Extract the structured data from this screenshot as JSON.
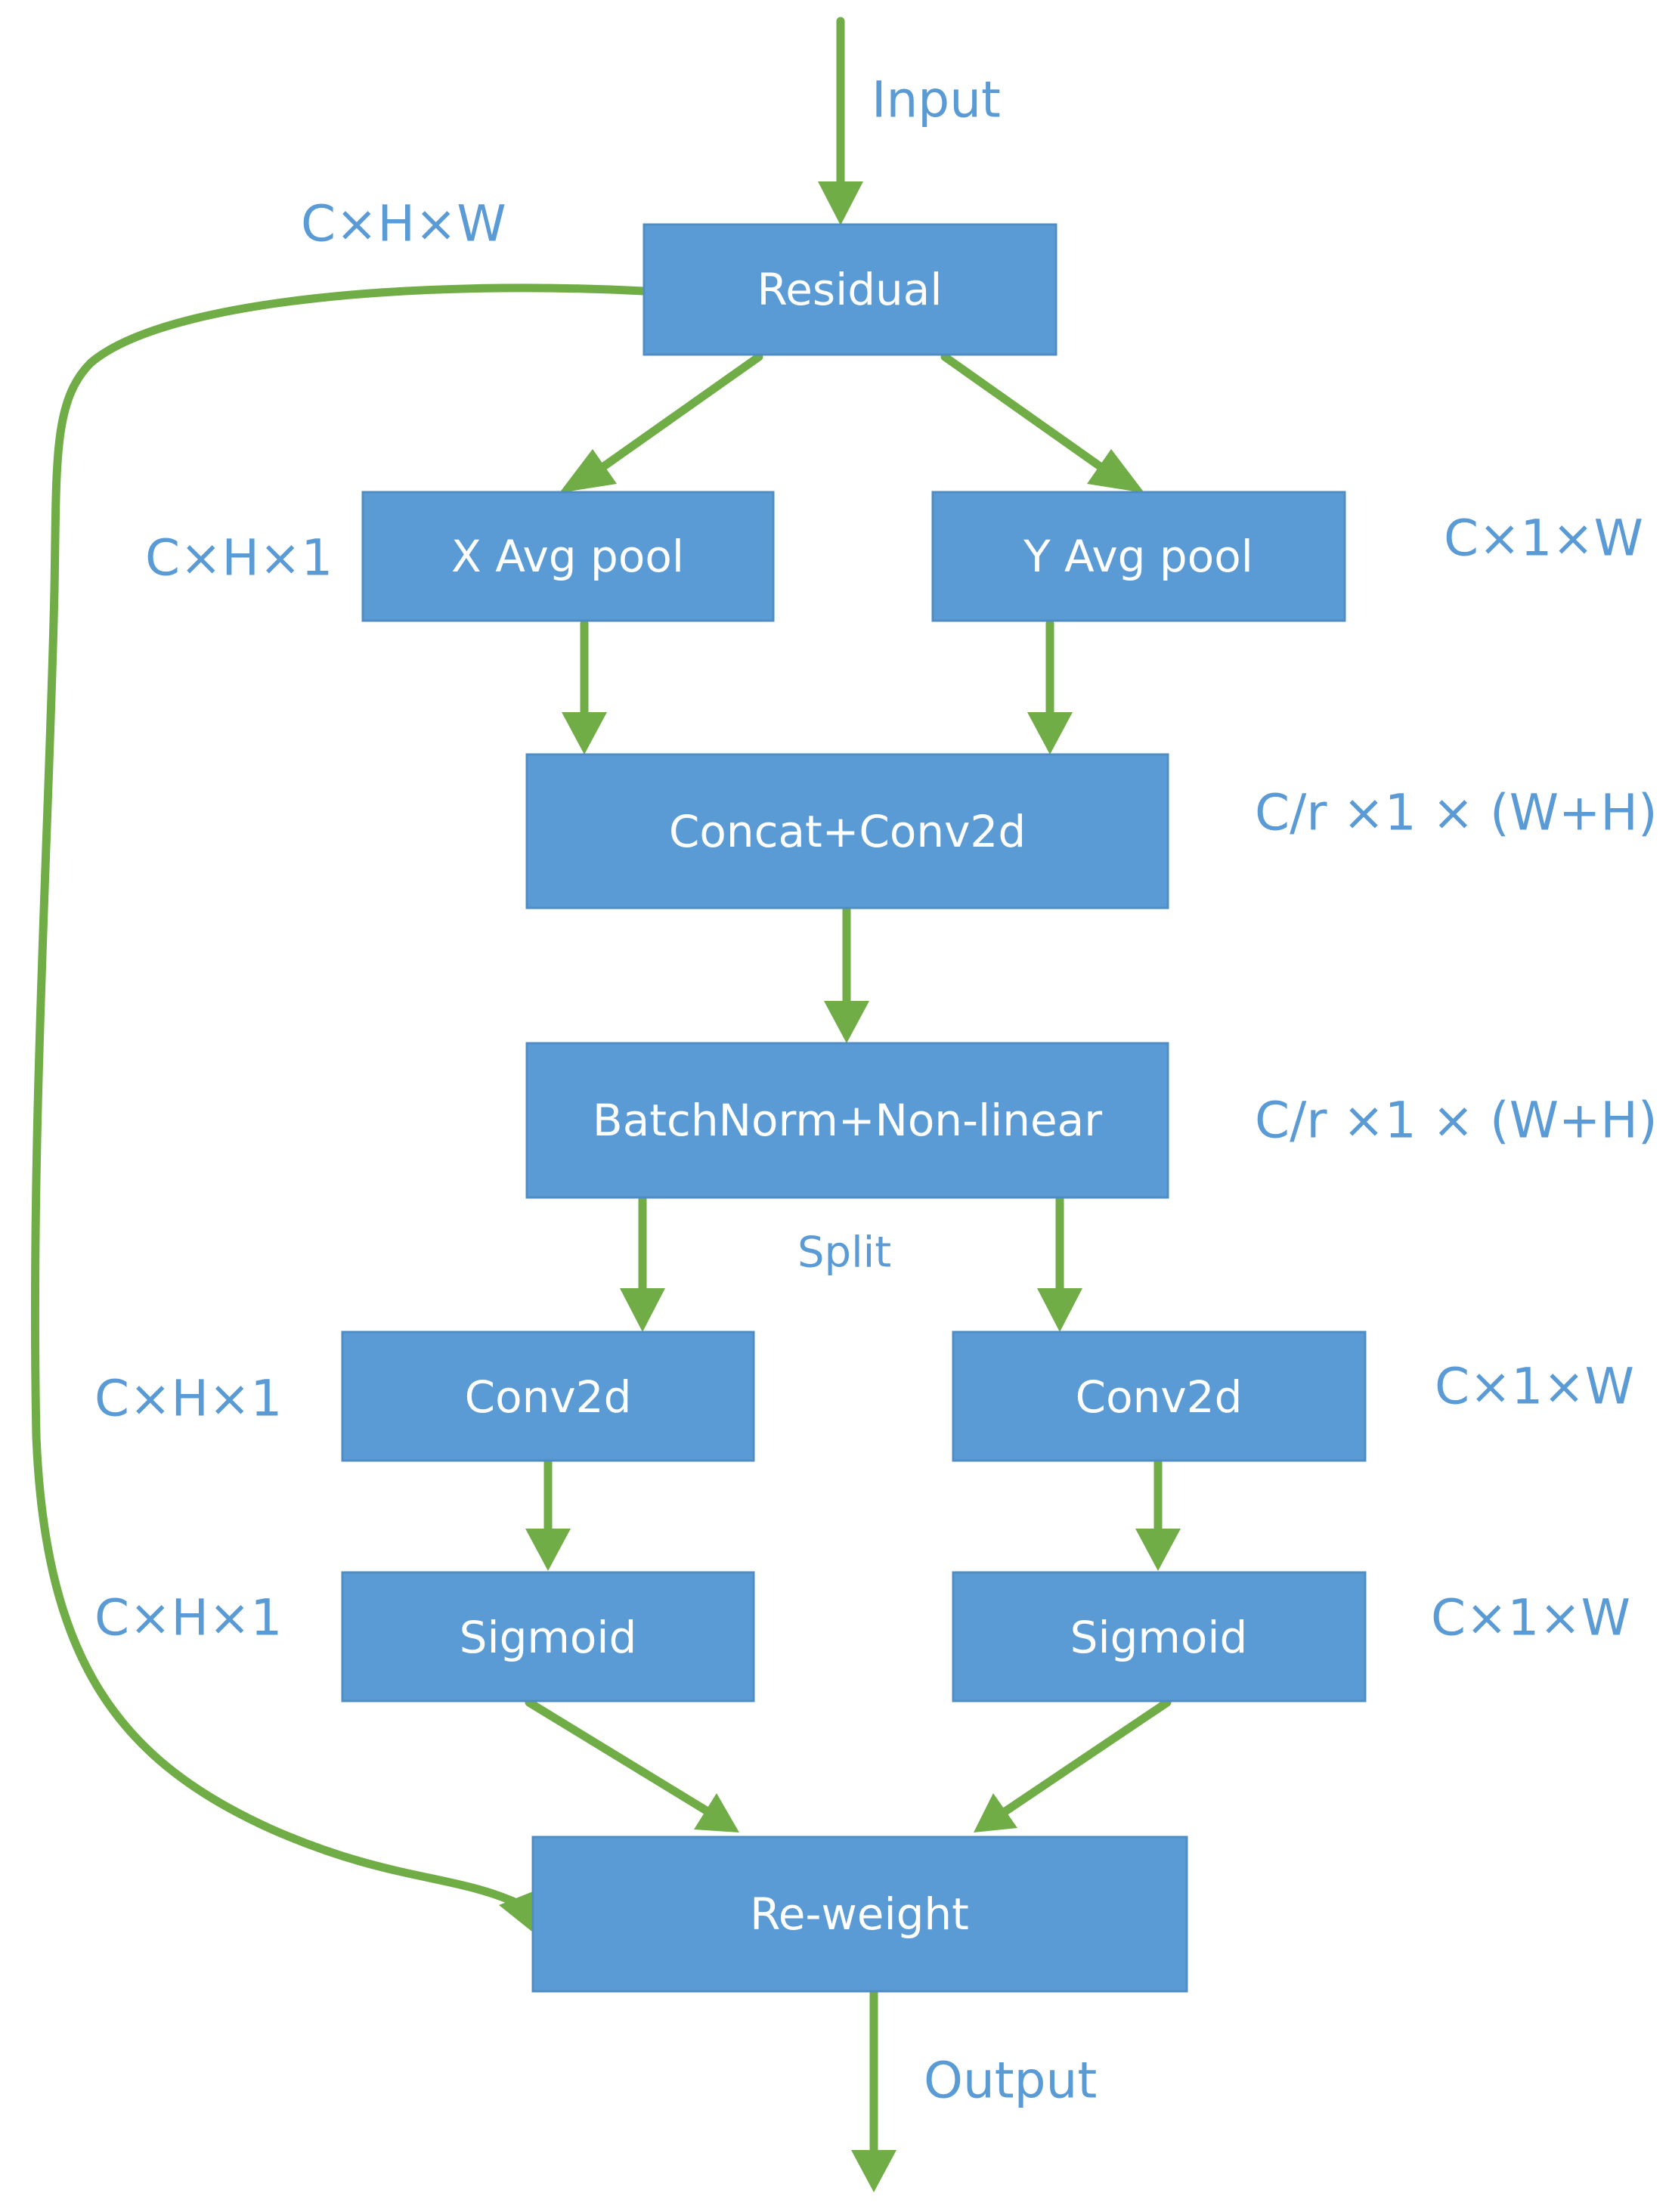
{
  "nodes": {
    "residual": "Residual",
    "x_avg_pool": "X Avg pool",
    "y_avg_pool": "Y Avg pool",
    "concat_conv": "Concat+Conv2d",
    "batchnorm": "BatchNorm+Non-linear",
    "conv_left": "Conv2d",
    "conv_right": "Conv2d",
    "sigmoid_left": "Sigmoid",
    "sigmoid_right": "Sigmoid",
    "reweight": "Re-weight"
  },
  "labels": {
    "input": "Input",
    "output": "Output",
    "split": "Split",
    "residual_dim": "C×H×W",
    "x_pool_dim": "C×H×1",
    "y_pool_dim": "C×1×W",
    "concat_dim": "C/r ×1 × (W+H)",
    "batchnorm_dim": "C/r ×1 × (W+H)",
    "conv_left_dim": "C×H×1",
    "conv_right_dim": "C×1×W",
    "sigmoid_left_dim": "C×H×1",
    "sigmoid_right_dim": "C×1×W"
  },
  "colors": {
    "box_fill": "#5b9bd5",
    "label_text": "#5b9bd5",
    "arrow": "#70ad47"
  }
}
